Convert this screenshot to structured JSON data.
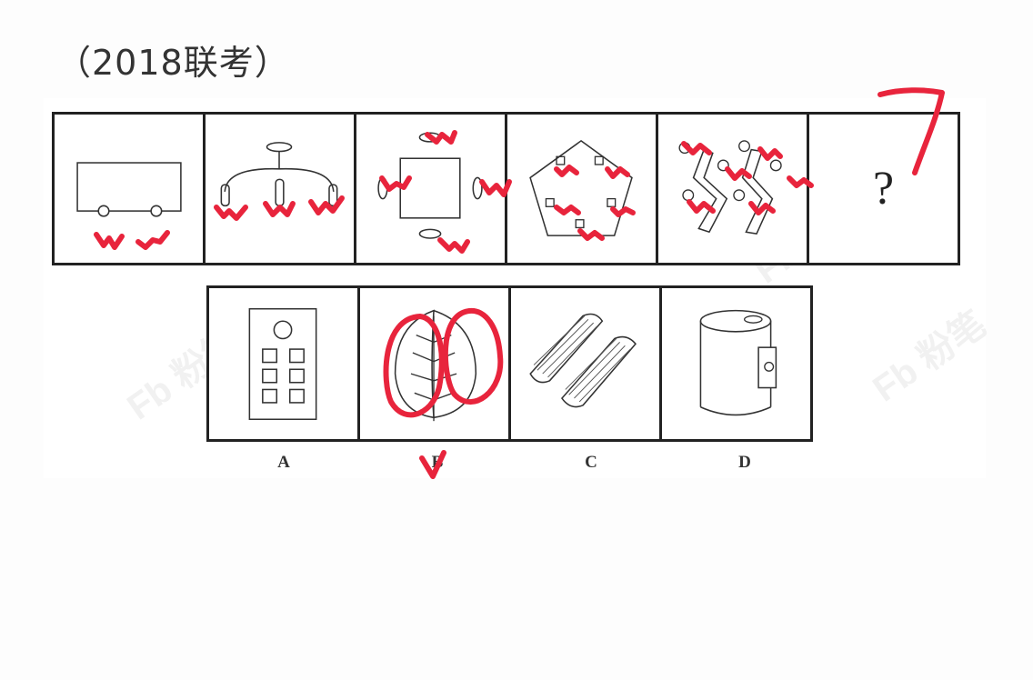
{
  "header": {
    "title": "（2018联考）"
  },
  "question_row": {
    "unknown_mark": "?"
  },
  "options": [
    {
      "label": "A"
    },
    {
      "label": "B"
    },
    {
      "label": "C"
    },
    {
      "label": "D"
    }
  ],
  "annotations": {
    "answer_mark": "√",
    "count_note": "7",
    "ink_color": "#e8243c"
  },
  "watermark": {
    "text": "Fb 粉笔"
  }
}
